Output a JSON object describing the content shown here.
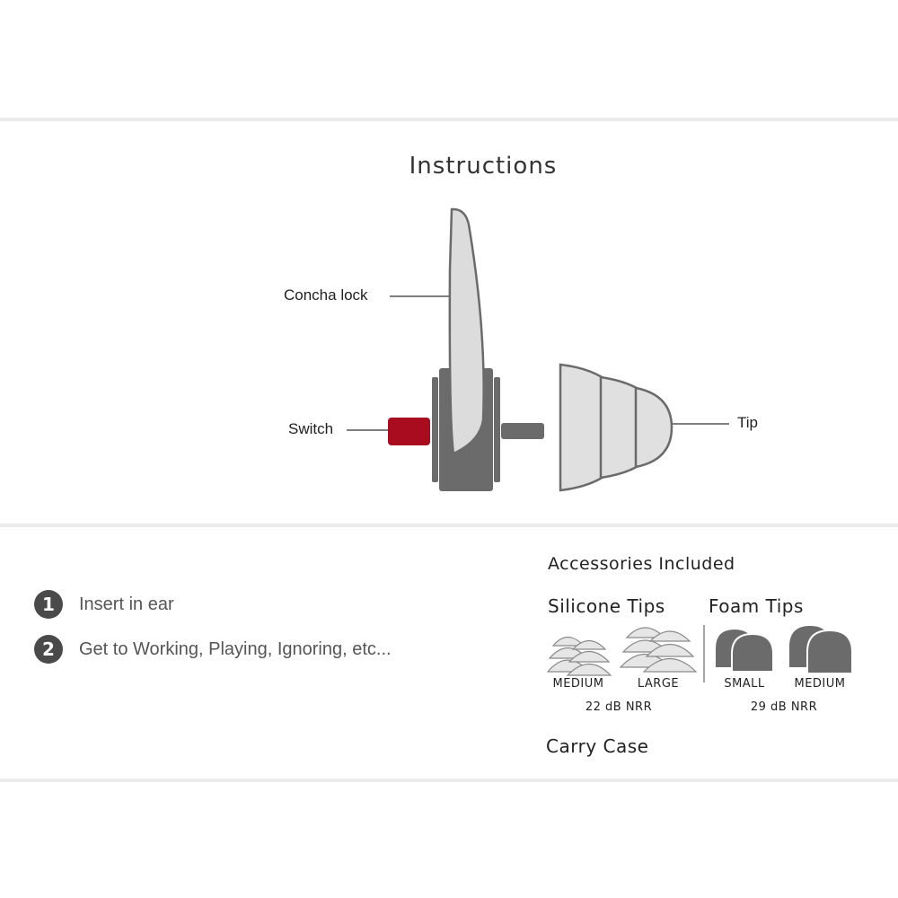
{
  "title": "Instructions",
  "diagram": {
    "labels": {
      "concha_lock": "Concha lock",
      "switch": "Switch",
      "tip": "Tip"
    },
    "colors": {
      "switch": "#a80c1e",
      "body": "#6b6b6b",
      "fin": "#dcdcdc",
      "tip": "#e0e0e0",
      "outline": "#6b6b6b"
    }
  },
  "steps": [
    {
      "number": "1",
      "text": "Insert in ear"
    },
    {
      "number": "2",
      "text": "Get to Working, Playing, Ignoring, etc..."
    }
  ],
  "accessories": {
    "title": "Accessories Included",
    "silicone": {
      "heading": "Silicone Tips",
      "sizes": [
        "MEDIUM",
        "LARGE"
      ],
      "nrr": "22 dB NRR"
    },
    "foam": {
      "heading": "Foam Tips",
      "sizes": [
        "SMALL",
        "MEDIUM"
      ],
      "nrr": "29 dB NRR"
    },
    "carry_case": "Carry Case"
  }
}
